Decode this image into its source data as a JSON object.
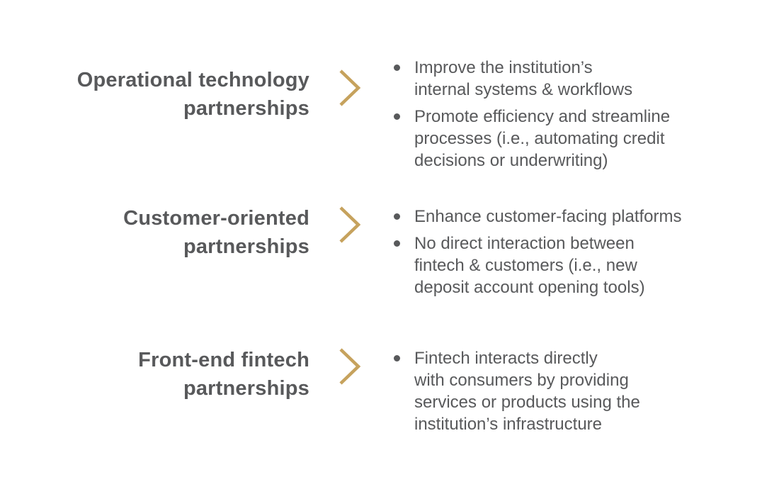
{
  "colors": {
    "background": "#ffffff",
    "text_gray": "#58595b",
    "chevron_gold": "#c6a25d"
  },
  "sections": [
    {
      "heading": "Operational technology\npartnerships",
      "bullets": [
        {
          "text": "Improve the institution’s\ninternal systems & workflows"
        },
        {
          "text": "Promote efficiency and streamline\nprocesses (i.e., automating credit\ndecisions or underwriting)"
        }
      ]
    },
    {
      "heading": "Customer-oriented\npartnerships",
      "bullets": [
        {
          "text": "Enhance customer-facing platforms"
        },
        {
          "text": "No direct interaction between\nfintech & customers (i.e., new\ndeposit account opening tools)"
        }
      ]
    },
    {
      "heading": "Front-end fintech\npartnerships",
      "bullets": [
        {
          "text": "Fintech interacts directly\nwith consumers by providing\nservices or products using the\ninstitution’s infrastructure"
        }
      ]
    }
  ]
}
